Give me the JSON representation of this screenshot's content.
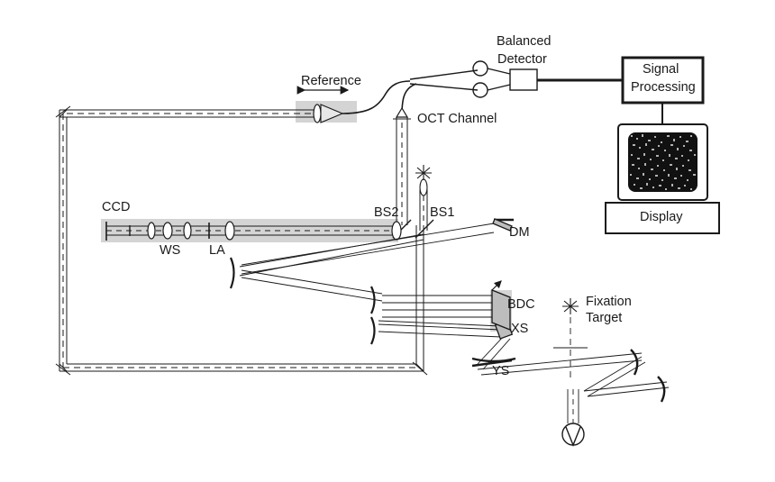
{
  "diagram": {
    "title": "Optical coherence tomography / adaptive optics system schematic",
    "background": "#ffffff",
    "line_color": "#1a1a1a",
    "beam_fill": "#f2f2f2",
    "band_fill": "#d4d4d4",
    "signal_box_fill": "#ffffff",
    "display_screen_fill": "#111111"
  },
  "labels": {
    "reference": "Reference",
    "balanced_detector": "Balanced\nDetector",
    "balanced_detector_line1": "Balanced",
    "balanced_detector_line2": "Detector",
    "signal_processing_line1": "Signal",
    "signal_processing_line2": "Processing",
    "display": "Display",
    "oct_channel": "OCT Channel",
    "ccd": "CCD",
    "ws": "WS",
    "la": "LA",
    "bs1": "BS1",
    "bs2": "BS2",
    "dm": "DM",
    "bdc": "BDC",
    "xs": "XS",
    "ys": "YS",
    "fixation_target_line1": "Fixation",
    "fixation_target_line2": "Target"
  }
}
